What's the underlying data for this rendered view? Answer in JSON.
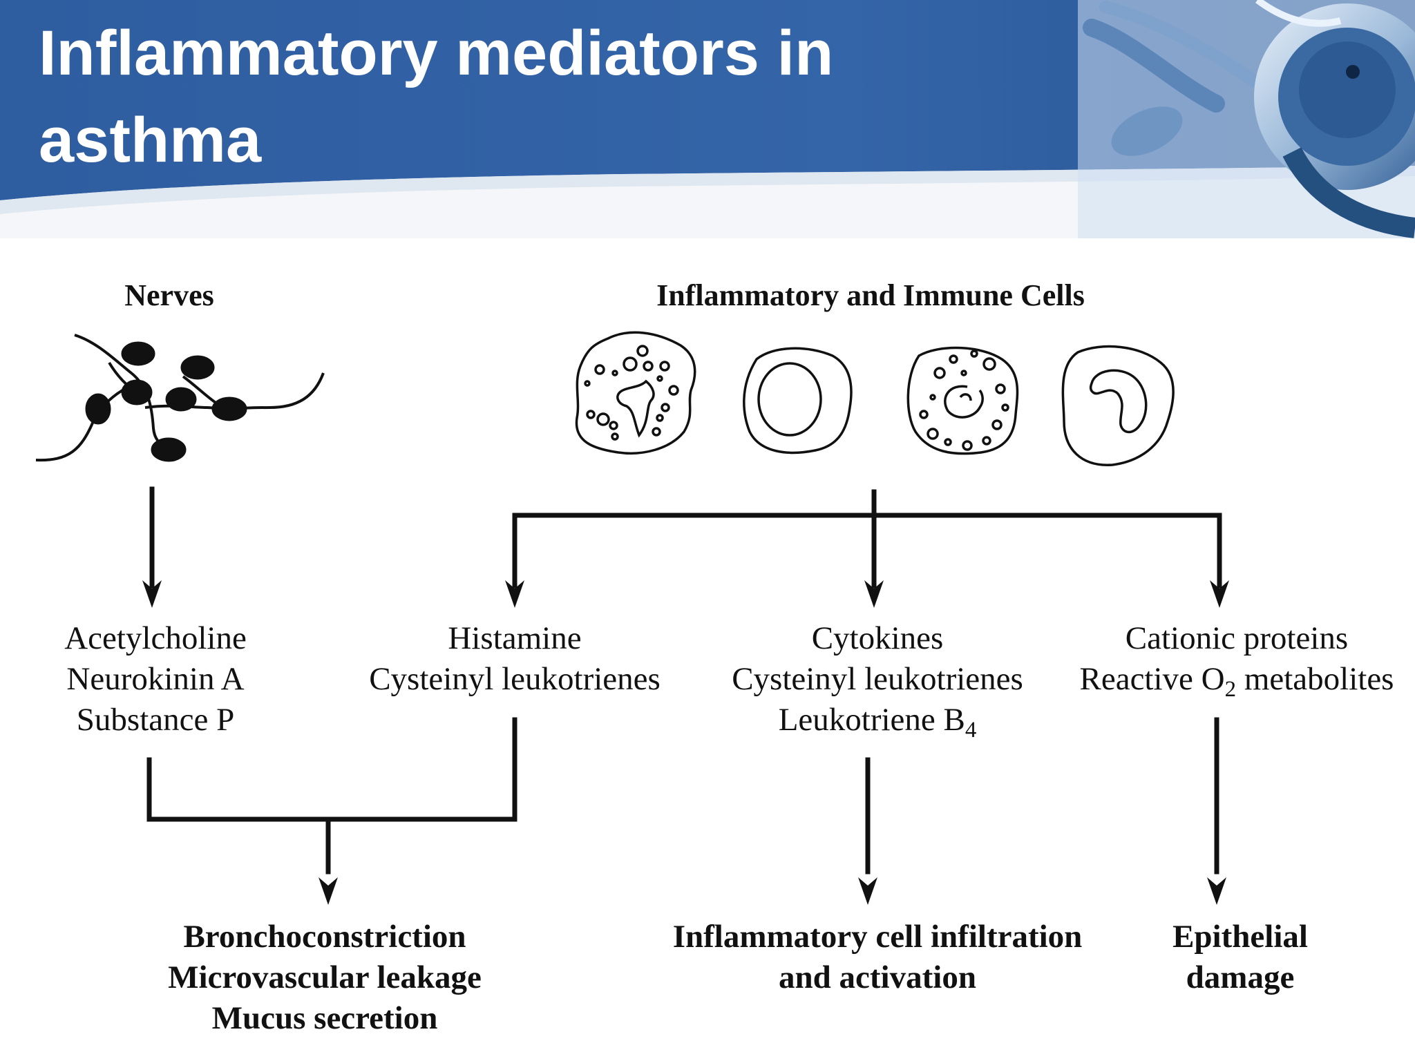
{
  "slide": {
    "title": "Inflammatory mediators in asthma"
  },
  "diagram": {
    "headings": {
      "nerves": "Nerves",
      "cells": "Inflammatory and Immune Cells"
    },
    "mediators": {
      "nerves": [
        "Acetylcholine",
        "Neurokinin A",
        "Substance P"
      ],
      "histamine": [
        "Histamine",
        "Cysteinyl leukotrienes"
      ],
      "cytokines": {
        "line1": "Cytokines",
        "line2": "Cysteinyl leukotrienes",
        "line3_text": "Leukotriene B",
        "line3_sub": "4"
      },
      "cationic": {
        "line1": "Cationic proteins",
        "line2_pre": "Reactive O",
        "line2_sub": "2",
        "line2_post": " metabolites"
      }
    },
    "effects": {
      "airway": [
        "Bronchoconstriction",
        "Microvascular leakage",
        "Mucus secretion"
      ],
      "infiltration": [
        "Inflammatory cell infiltration",
        "and activation"
      ],
      "epithelial": [
        "Epithelial",
        "damage"
      ]
    }
  },
  "colors": {
    "header_blue": "#2f5e9e",
    "header_blue_dark": "#1d4a8a",
    "ink": "#111111"
  },
  "icons": {
    "header_image": "stethoscope-icon",
    "nerve_drawing": "nerve-cells-icon",
    "cells": [
      "mast-cell-icon",
      "lymphocyte-icon",
      "eosinophil-icon",
      "macrophage-icon"
    ]
  }
}
